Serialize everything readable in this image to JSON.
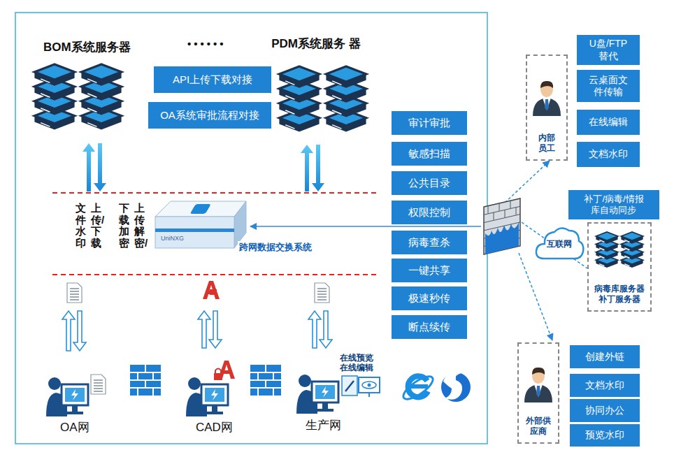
{
  "diagram": {
    "nodes": [
      {
        "text": [
          "API上传下载对接"
        ]
      },
      {
        "text": [
          "OA系统审批流程对接"
        ]
      },
      {
        "text": [
          "UniNXG",
          "跨网数据交换系统"
        ]
      },
      {
        "text": [
          "审计审批"
        ]
      },
      {
        "text": [
          "敏感扫描"
        ]
      },
      {
        "text": [
          "公共目录"
        ]
      },
      {
        "text": [
          "权限控制"
        ]
      },
      {
        "text": [
          "病毒查杀"
        ]
      },
      {
        "text": [
          "一键共享"
        ]
      },
      {
        "text": [
          "极速秒传"
        ]
      },
      {
        "text": [
          "断点续传"
        ]
      },
      {
        "text": [
          "内部 员工"
        ]
      },
      {
        "text": [
          "U盘/FTP 替代"
        ]
      },
      {
        "text": [
          "云桌面文 件传输"
        ]
      },
      {
        "text": [
          "在线编辑"
        ]
      },
      {
        "text": [
          "文档水印"
        ]
      },
      {
        "text": [
          "补丁/病毒/情报 库自动同步"
        ]
      },
      {
        "text": [
          "病毒库服务器 补丁服务器"
        ]
      },
      {
        "text": [
          "互联网"
        ]
      },
      {
        "text": [
          "外部供 应商"
        ]
      },
      {
        "text": [
          "创建外链"
        ]
      },
      {
        "text": [
          "文档水印"
        ]
      },
      {
        "text": [
          "协同办公"
        ]
      },
      {
        "text": [
          "预览水印"
        ]
      }
    ],
    "labels": [
      "BOM系统服务器",
      "••••••",
      "PDM系统服务 器",
      "上传/下载",
      "文件水印",
      "上传解密/",
      "下载加密",
      "在线预览 在线编辑",
      "OA网",
      "CAD网",
      "生产网"
    ]
  }
}
